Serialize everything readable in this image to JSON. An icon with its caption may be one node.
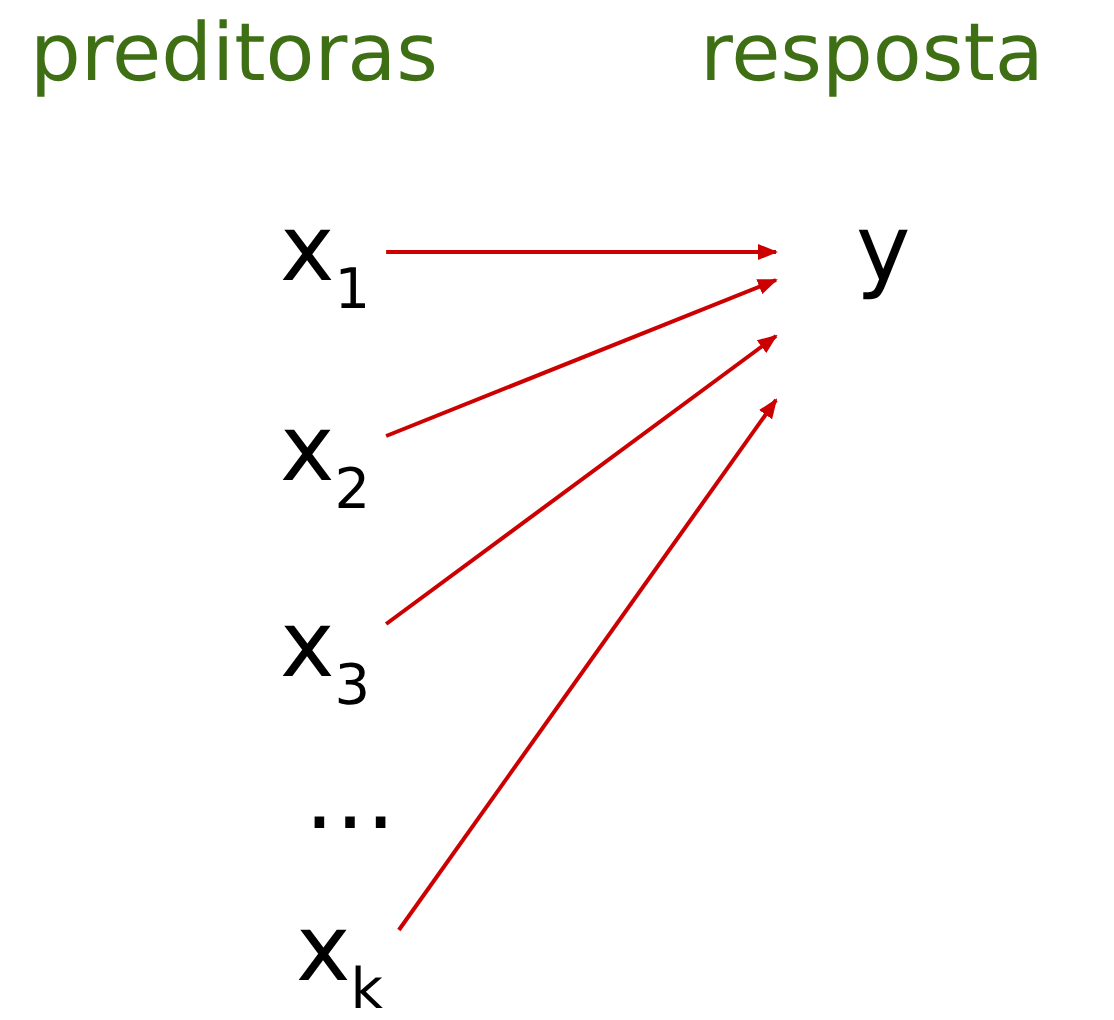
{
  "diagram": {
    "nodes": [
      {
        "text": [
          "x$_{1}$"
        ]
      },
      {
        "text": [
          "x$_{2}$"
        ]
      },
      {
        "text": [
          "x$_{3}$"
        ]
      },
      {
        "text": [
          "x$_{k}$"
        ]
      },
      {
        "text": [
          "y"
        ]
      }
    ],
    "edges": [
      {
        "from": 0,
        "to": 4,
        "arrow": "to"
      },
      {
        "from": 1,
        "to": 4,
        "arrow": "to"
      },
      {
        "from": 2,
        "to": 4,
        "arrow": "to"
      },
      {
        "from": 3,
        "to": 4,
        "arrow": "to"
      }
    ],
    "labels": [
      "preditoras",
      "resposta",
      "…"
    ]
  }
}
